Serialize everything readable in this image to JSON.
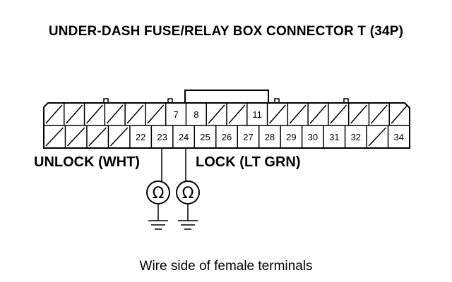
{
  "diagram": {
    "title": "UNDER-DASH FUSE/RELAY BOX CONNECTOR T (34P)",
    "caption": "Wire side of female terminals",
    "labels": {
      "unlock": "UNLOCK (WHT)",
      "lock": "LOCK (LT GRN)"
    },
    "connector": {
      "top_row": [
        "",
        "",
        "",
        "",
        "",
        "",
        "7",
        "8",
        "",
        "",
        "11",
        "",
        "",
        "",
        "",
        "",
        "",
        ""
      ],
      "bottom_row": [
        "",
        "",
        "",
        "",
        "22",
        "23",
        "24",
        "25",
        "26",
        "27",
        "28",
        "29",
        "30",
        "31",
        "32",
        "",
        "34"
      ]
    },
    "meter_symbol": "Ω"
  }
}
